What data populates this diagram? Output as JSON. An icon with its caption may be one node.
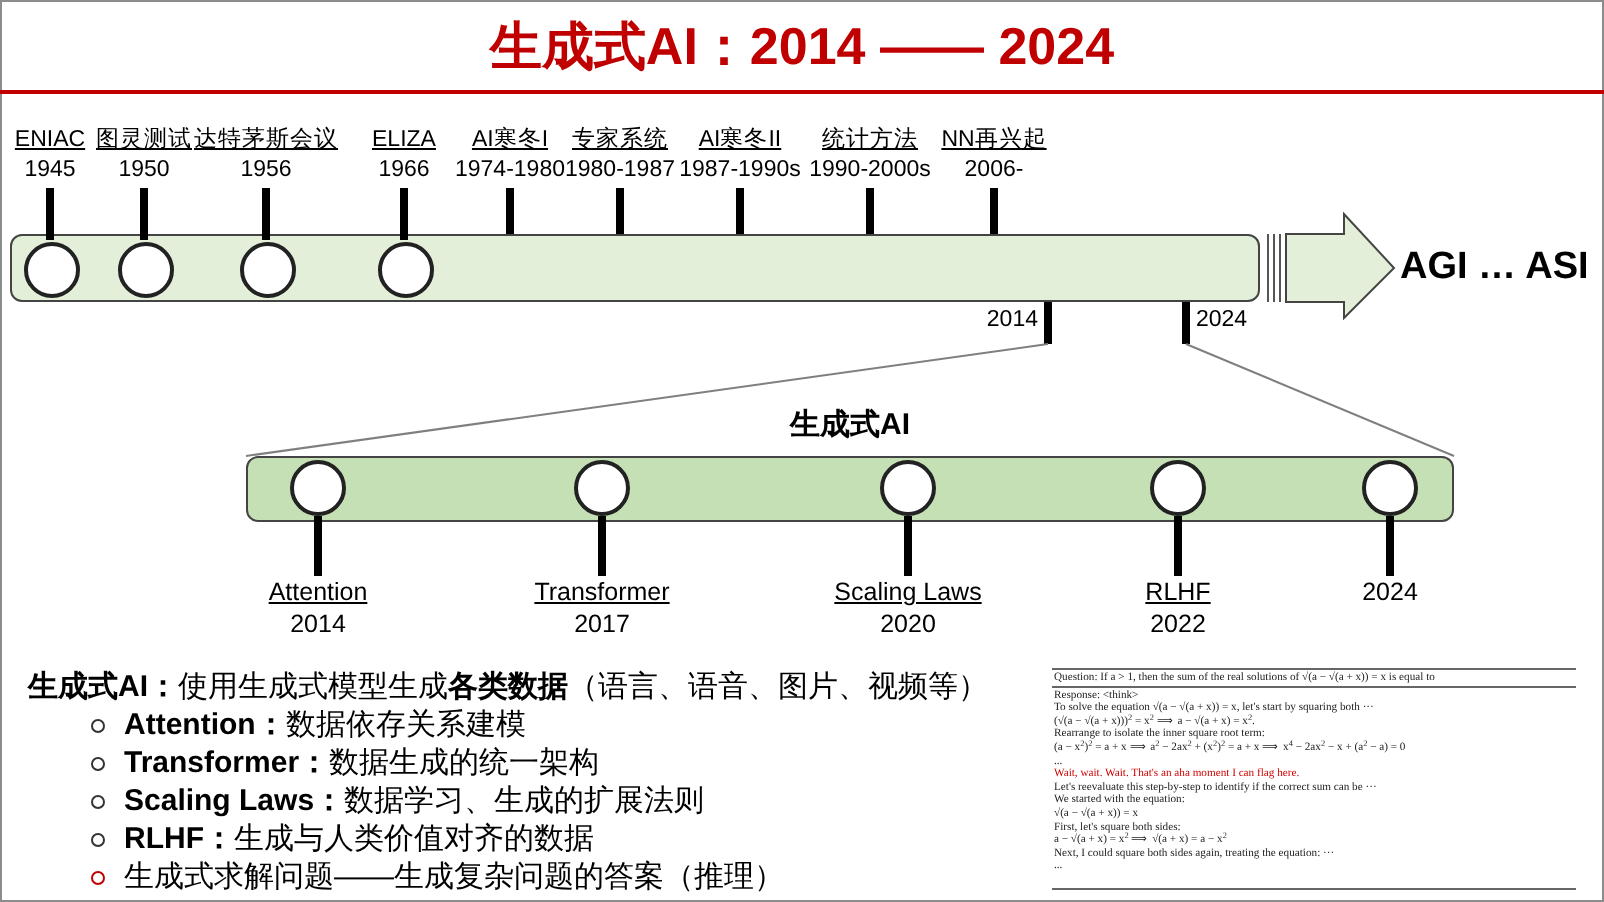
{
  "diagram": {
    "title": "生成式AI：2014 —— 2024",
    "nodes": [
      {
        "text": [],
        "shape": "bar"
      },
      {
        "text": [],
        "shape": "circle",
        "in": 0
      },
      {
        "text": [],
        "shape": "circle",
        "in": 0
      },
      {
        "text": [],
        "shape": "circle",
        "in": 0
      },
      {
        "text": [],
        "shape": "circle",
        "in": 0
      },
      {
        "text": [
          "ENIAC",
          "1945"
        ]
      },
      {
        "text": [
          "图灵测试",
          "1950"
        ]
      },
      {
        "text": [
          "达特茅斯会议",
          "1956"
        ]
      },
      {
        "text": [
          "ELIZA",
          "1966"
        ]
      },
      {
        "text": [
          "AI寒冬I",
          "1974-1980"
        ]
      },
      {
        "text": [
          "专家系统",
          "1980-1987"
        ]
      },
      {
        "text": [
          "AI寒冬II",
          "1987-1990s"
        ]
      },
      {
        "text": [
          "统计方法",
          "1990-2000s"
        ]
      },
      {
        "text": [
          "NN再兴起",
          "2006-"
        ]
      },
      {
        "text": [
          "2014"
        ]
      },
      {
        "text": [
          "2024"
        ]
      },
      {
        "text": [
          "生成式AI"
        ]
      },
      {
        "text": [],
        "shape": "circle",
        "in": 16
      },
      {
        "text": [],
        "shape": "circle",
        "in": 16
      },
      {
        "text": [],
        "shape": "circle",
        "in": 16
      },
      {
        "text": [],
        "shape": "circle",
        "in": 16
      },
      {
        "text": [],
        "shape": "circle",
        "in": 16
      },
      {
        "text": [
          "Attention",
          "2014"
        ]
      },
      {
        "text": [
          "Transformer",
          "2017"
        ]
      },
      {
        "text": [
          "Scaling Laws",
          "2020"
        ]
      },
      {
        "text": [
          "RLHF",
          "2022"
        ]
      },
      {
        "text": [
          "2024"
        ]
      }
    ],
    "edges": [
      {
        "from": 5,
        "to": 1,
        "arrow": "none"
      },
      {
        "from": 6,
        "to": 2,
        "arrow": "none"
      },
      {
        "from": 7,
        "to": 3,
        "arrow": "none"
      },
      {
        "from": 8,
        "to": 4,
        "arrow": "none"
      },
      {
        "from": 9,
        "to": 0,
        "arrow": "none"
      },
      {
        "from": 10,
        "to": 0,
        "arrow": "none"
      },
      {
        "from": 11,
        "to": 0,
        "arrow": "none"
      },
      {
        "from": 12,
        "to": 0,
        "arrow": "none"
      },
      {
        "from": 13,
        "to": 0,
        "arrow": "none"
      },
      {
        "from": 14,
        "to": 0,
        "arrow": "none"
      },
      {
        "from": 15,
        "to": 0,
        "arrow": "none"
      },
      {
        "from": 14,
        "to": 16,
        "arrow": "none",
        "color": "#7f7f7f"
      },
      {
        "from": 15,
        "to": 16,
        "arrow": "none",
        "color": "#7f7f7f"
      },
      {
        "from": 17,
        "to": 22,
        "arrow": "none"
      },
      {
        "from": 18,
        "to": 23,
        "arrow": "none"
      },
      {
        "from": 19,
        "to": 24,
        "arrow": "none"
      },
      {
        "from": 20,
        "to": 25,
        "arrow": "none"
      },
      {
        "from": 21,
        "to": 26,
        "arrow": "none"
      }
    ],
    "labels": [
      "AGI … ASI",
      "**生成式AI：**使用生成式模型生成**各类数据**（语言、语音、图片、视频等）",
      "**Attention：**数据依存关系建模",
      "**Transformer：**数据生成的统一架构",
      "**Scaling Laws：**数据学习、生成的扩展法则",
      "**RLHF：**生成与人类价值对齐的数据",
      "生成式求解问题——生成复杂问题的答案（推理）",
      "Question: If a > 1, then the sum of the real solutions of √(a − √(a + x)) = x is equal to",
      "Response: <think>",
      "To solve the equation √(a − √(a + x)) = x, let's start by squaring both ···",
      "(√(a − √(a + x)))$^{2}$ = x$^{2}$ ⟹ a − √(a + x) = x$^{2}$.",
      "Rearrange to isolate the inner square root term:",
      "(a − x$^{2}$)$^{2}$ = a + x ⟹ a$^{2}$ − 2ax$^{2}$ + (x$^{2}$)$^{2}$ = a + x ⟹ x$^{4}$ − 2ax$^{2}$ − x + (a$^{2}$ − a) = 0",
      "...",
      "Wait, wait. Wait. That's an aha moment I can flag here.",
      "Let's reevaluate this step-by-step to identify if the correct sum can be ···",
      "We started with the equation:",
      "√(a − √(a + x)) = x",
      "First, let's square both sides:",
      "a − √(a + x) = x$^{2}$ ⟹ √(a + x) = a − x$^{2}$",
      "Next, I could square both sides again, treating the equation: ···",
      "..."
    ]
  }
}
